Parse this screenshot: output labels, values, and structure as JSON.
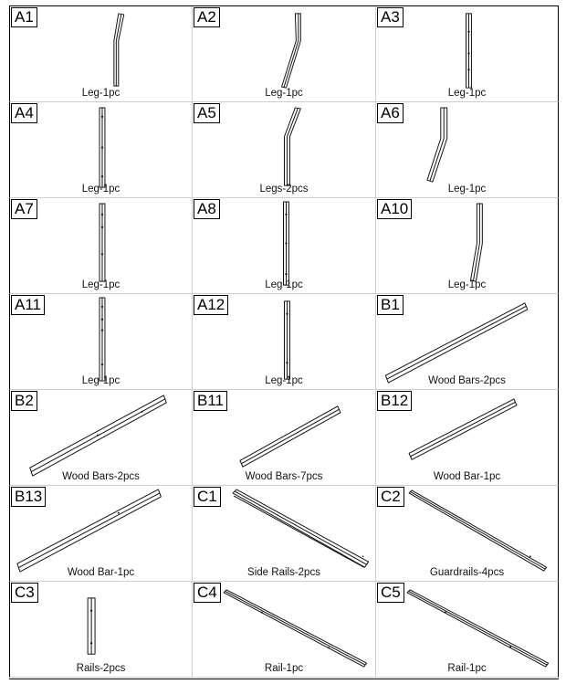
{
  "parts": [
    {
      "id": "A1",
      "label": "Leg-1pc"
    },
    {
      "id": "A2",
      "label": "Leg-1pc"
    },
    {
      "id": "A3",
      "label": "Leg-1pc"
    },
    {
      "id": "A4",
      "label": "Leg-1pc"
    },
    {
      "id": "A5",
      "label": "Legs-2pcs"
    },
    {
      "id": "A6",
      "label": "Leg-1pc"
    },
    {
      "id": "A7",
      "label": "Leg-1pc"
    },
    {
      "id": "A8",
      "label": "Leg-1pc"
    },
    {
      "id": "A10",
      "label": "Leg-1pc"
    },
    {
      "id": "A11",
      "label": "Leg-1pc"
    },
    {
      "id": "A12",
      "label": "Leg-1pc"
    },
    {
      "id": "B1",
      "label": "Wood Bars-2pcs"
    },
    {
      "id": "B2",
      "label": "Wood Bars-2pcs"
    },
    {
      "id": "B11",
      "label": "Wood Bars-7pcs"
    },
    {
      "id": "B12",
      "label": "Wood Bar-1pc"
    },
    {
      "id": "B13",
      "label": "Wood Bar-1pc"
    },
    {
      "id": "C1",
      "label": "Side Rails-2pcs"
    },
    {
      "id": "C2",
      "label": "Guardrails-4pcs"
    },
    {
      "id": "C3",
      "label": "Rails-2pcs"
    },
    {
      "id": "C4",
      "label": "Rail-1pc"
    },
    {
      "id": "C5",
      "label": "Rail-1pc"
    }
  ]
}
